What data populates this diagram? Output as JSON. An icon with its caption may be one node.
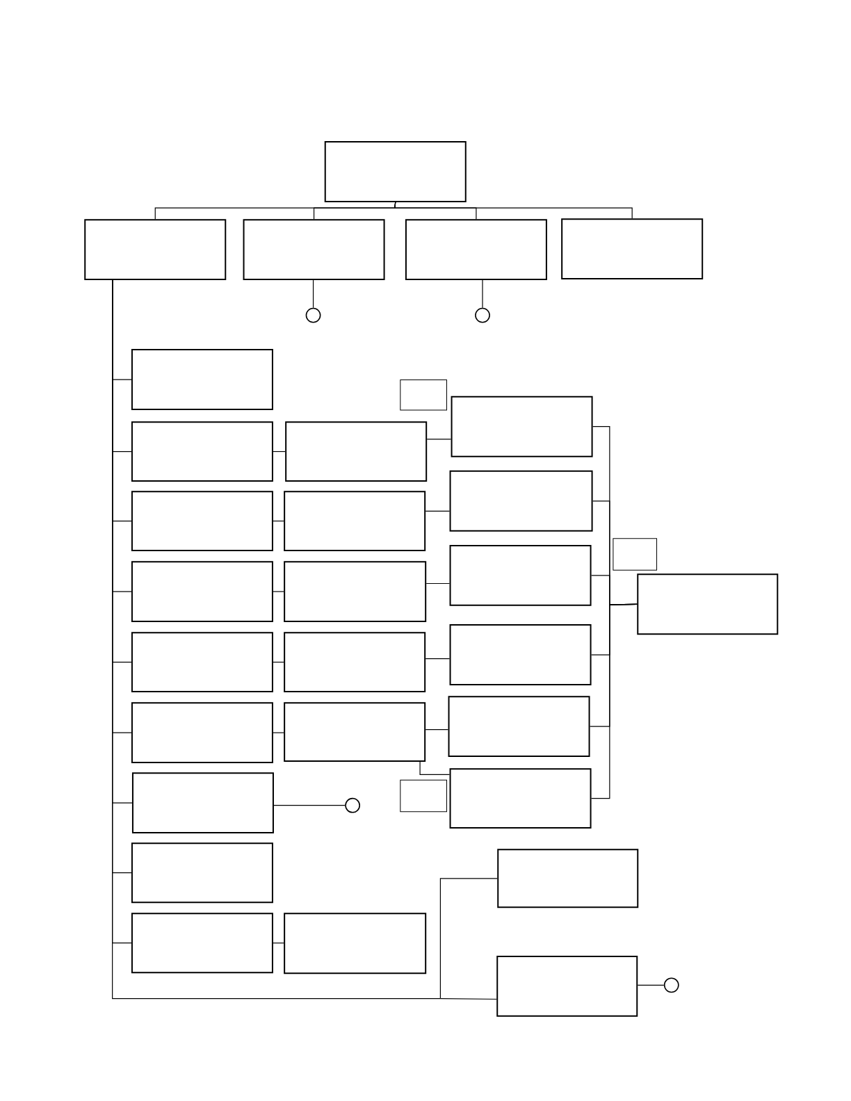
{
  "diagram": {
    "nodes": [
      {
        "text": [],
        "shape": "box"
      },
      {
        "text": [],
        "shape": "box"
      },
      {
        "text": [],
        "shape": "box"
      },
      {
        "text": [],
        "shape": "box"
      },
      {
        "text": [],
        "shape": "box"
      },
      {
        "text": [],
        "shape": "circle"
      },
      {
        "text": [],
        "shape": "circle"
      },
      {
        "text": [],
        "shape": "box"
      },
      {
        "text": [],
        "shape": "box"
      },
      {
        "text": [],
        "shape": "box"
      },
      {
        "text": [],
        "shape": "box"
      },
      {
        "text": [],
        "shape": "box"
      },
      {
        "text": [],
        "shape": "box"
      },
      {
        "text": [],
        "shape": "box"
      },
      {
        "text": [],
        "shape": "box"
      },
      {
        "text": [],
        "shape": "box"
      },
      {
        "text": [],
        "shape": "box"
      },
      {
        "text": [],
        "shape": "box"
      },
      {
        "text": [],
        "shape": "box"
      },
      {
        "text": [],
        "shape": "box"
      },
      {
        "text": [],
        "shape": "box"
      },
      {
        "text": [],
        "shape": "box"
      },
      {
        "text": [],
        "shape": "circle"
      },
      {
        "text": [],
        "shape": "box"
      },
      {
        "text": [],
        "shape": "box"
      },
      {
        "text": [],
        "shape": "box"
      },
      {
        "text": [],
        "shape": "box"
      },
      {
        "text": [],
        "shape": "box"
      },
      {
        "text": [],
        "shape": "box"
      },
      {
        "text": [],
        "shape": "box"
      },
      {
        "text": [],
        "shape": "box"
      },
      {
        "text": [],
        "shape": "box"
      },
      {
        "text": [],
        "shape": "box"
      },
      {
        "text": [],
        "shape": "box"
      },
      {
        "text": [],
        "shape": "box"
      },
      {
        "text": [],
        "shape": "circle"
      }
    ],
    "edges": [
      {
        "from": 0,
        "to": 1,
        "arrow": "none"
      },
      {
        "from": 0,
        "to": 2,
        "arrow": "none"
      },
      {
        "from": 0,
        "to": 3,
        "arrow": "none"
      },
      {
        "from": 0,
        "to": 4,
        "arrow": "none"
      },
      {
        "from": 2,
        "to": 5,
        "arrow": "none"
      },
      {
        "from": 3,
        "to": 6,
        "arrow": "none"
      },
      {
        "from": 1,
        "to": 7,
        "arrow": "none"
      },
      {
        "from": 1,
        "to": 8,
        "arrow": "none"
      },
      {
        "from": 1,
        "to": 9,
        "arrow": "none"
      },
      {
        "from": 1,
        "to": 10,
        "arrow": "none"
      },
      {
        "from": 1,
        "to": 11,
        "arrow": "none"
      },
      {
        "from": 1,
        "to": 12,
        "arrow": "none"
      },
      {
        "from": 1,
        "to": 13,
        "arrow": "none"
      },
      {
        "from": 1,
        "to": 14,
        "arrow": "none"
      },
      {
        "from": 1,
        "to": 15,
        "arrow": "none"
      },
      {
        "from": 1,
        "to": 33,
        "arrow": "none"
      },
      {
        "from": 1,
        "to": 34,
        "arrow": "none"
      },
      {
        "from": 8,
        "to": 16,
        "arrow": "none"
      },
      {
        "from": 9,
        "to": 17,
        "arrow": "none"
      },
      {
        "from": 10,
        "to": 18,
        "arrow": "none"
      },
      {
        "from": 11,
        "to": 19,
        "arrow": "none"
      },
      {
        "from": 12,
        "to": 20,
        "arrow": "none"
      },
      {
        "from": 15,
        "to": 21,
        "arrow": "none"
      },
      {
        "from": 13,
        "to": 22,
        "arrow": "none"
      },
      {
        "from": 16,
        "to": 25,
        "arrow": "none"
      },
      {
        "from": 17,
        "to": 26,
        "arrow": "none"
      },
      {
        "from": 18,
        "to": 27,
        "arrow": "none"
      },
      {
        "from": 19,
        "to": 28,
        "arrow": "none"
      },
      {
        "from": 20,
        "to": 29,
        "arrow": "none"
      },
      {
        "from": 20,
        "to": 30,
        "arrow": "none"
      },
      {
        "from": 25,
        "to": 32,
        "arrow": "none"
      },
      {
        "from": 26,
        "to": 32,
        "arrow": "none"
      },
      {
        "from": 27,
        "to": 32,
        "arrow": "none"
      },
      {
        "from": 28,
        "to": 32,
        "arrow": "none"
      },
      {
        "from": 29,
        "to": 32,
        "arrow": "none"
      },
      {
        "from": 30,
        "to": 32,
        "arrow": "none"
      },
      {
        "from": 34,
        "to": 35,
        "arrow": "none"
      }
    ]
  }
}
